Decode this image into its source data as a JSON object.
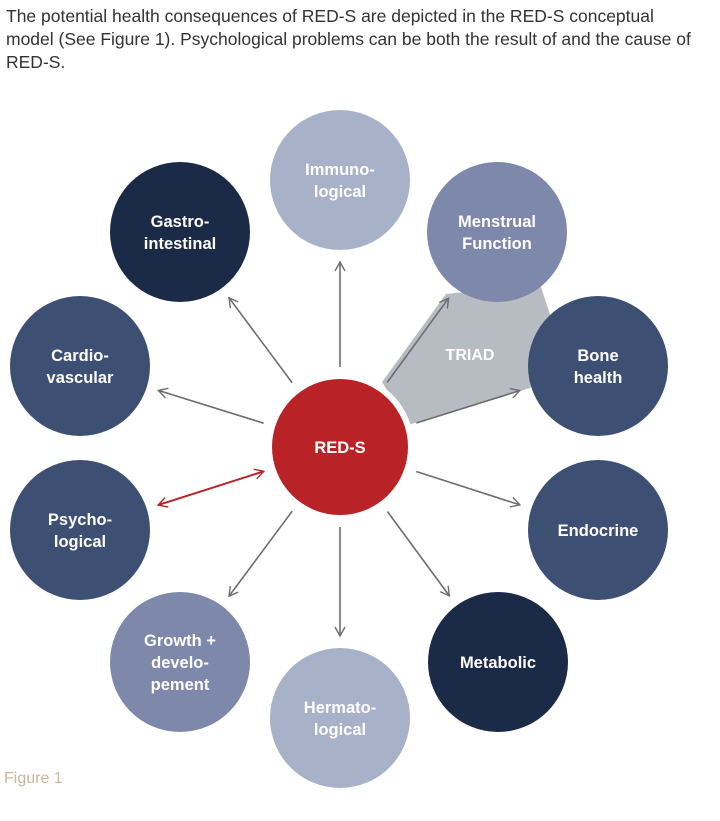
{
  "intro_text": "The potential health consequences of RED-S are depicted in the RED-S conceptual model (See Figure 1). Psychological problems can be both the result of and the cause of RED-S.",
  "caption": "Figure 1",
  "colors": {
    "center": "#b92327",
    "dark": "#1b2a47",
    "mid": "#3d4f72",
    "light_mid": "#7d88ab",
    "light": "#a7b1c8",
    "triad": "#b7bcc3",
    "arrow": "#6d6d6d",
    "bidirectional_arrow": "#b92327"
  },
  "diagram": {
    "center": {
      "lines": [
        "RED-S"
      ]
    },
    "triad_label": "TRIAD",
    "nodes": [
      {
        "id": "immunological",
        "lines": [
          "Immuno-",
          "logical"
        ],
        "tone": "light"
      },
      {
        "id": "menstrual-function",
        "lines": [
          "Menstrual",
          "Function"
        ],
        "tone": "light_mid"
      },
      {
        "id": "bone-health",
        "lines": [
          "Bone",
          "health"
        ],
        "tone": "mid"
      },
      {
        "id": "endocrine",
        "lines": [
          "Endocrine"
        ],
        "tone": "mid"
      },
      {
        "id": "metabolic",
        "lines": [
          "Metabolic"
        ],
        "tone": "dark"
      },
      {
        "id": "hermatological",
        "lines": [
          "Hermato-",
          "logical"
        ],
        "tone": "light"
      },
      {
        "id": "growth-development",
        "lines": [
          "Growth +",
          "develo-",
          "pement"
        ],
        "tone": "light_mid"
      },
      {
        "id": "psychological",
        "lines": [
          "Psycho-",
          "logical"
        ],
        "tone": "mid",
        "bidirectional": true
      },
      {
        "id": "cardiovascular",
        "lines": [
          "Cardio-",
          "vascular"
        ],
        "tone": "mid"
      },
      {
        "id": "gastrointestinal",
        "lines": [
          "Gastro-",
          "intestinal"
        ],
        "tone": "dark"
      }
    ]
  }
}
